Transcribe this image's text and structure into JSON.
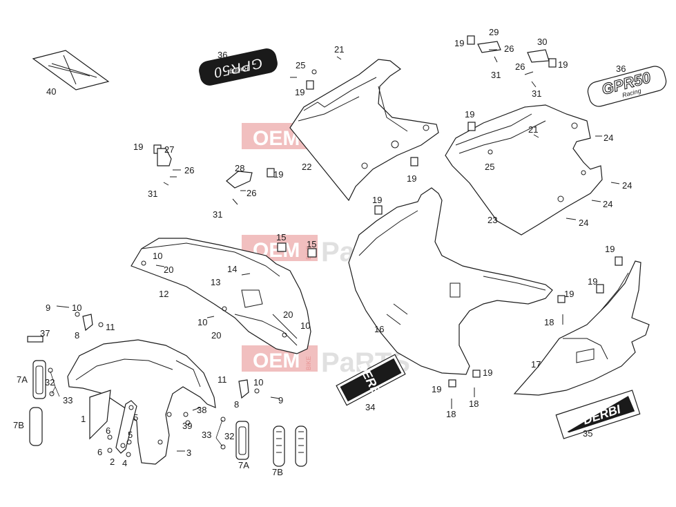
{
  "watermark": {
    "oem": "OEM",
    "bike": "BIKE",
    "parts": "PaRTS"
  },
  "decals": {
    "brand": "DERBI",
    "model": "GPR50",
    "sub": "Racing"
  },
  "callouts": {
    "c40": "40",
    "c36a": "36",
    "c36b": "36",
    "c21a": "21",
    "c25a": "25",
    "c19a": "19",
    "c22": "22",
    "c29": "29",
    "c19b": "19",
    "c26a": "26",
    "c31a": "31",
    "c30": "30",
    "c26b": "26",
    "c19c": "19",
    "c31b": "31",
    "c19d": "19",
    "c21b": "21",
    "c24a": "24",
    "c25b": "25",
    "c23": "23",
    "c24b": "24",
    "c24c": "24",
    "c24d": "24",
    "c19e": "19",
    "c27": "27",
    "c26c": "26",
    "c31c": "31",
    "c28": "28",
    "c19f": "19",
    "c26d": "26",
    "c31d": "31",
    "c19g": "19",
    "c19h": "19",
    "c15a": "15",
    "c15b": "15",
    "c10a": "10",
    "c20a": "20",
    "c14": "14",
    "c13": "13",
    "c12": "12",
    "c10b": "10",
    "c20b": "20",
    "c20c": "20",
    "c10c": "10",
    "c16": "16",
    "c19i": "19",
    "c19j": "19",
    "c19k": "19",
    "c19l": "19",
    "c18a": "18",
    "c17": "17",
    "c19m": "19",
    "c19n": "19",
    "c18b": "18",
    "c18c": "18",
    "c34": "34",
    "c35": "35",
    "c9a": "9",
    "c10d": "10",
    "c11a": "11",
    "c8a": "8",
    "c37": "37",
    "c7Aa": "7A",
    "c32a": "32",
    "c33a": "33",
    "c7Ba": "7B",
    "c1": "1",
    "c6a": "6",
    "c6b": "6",
    "c5a": "5",
    "c5b": "5",
    "c2": "2",
    "c4": "4",
    "c11b": "11",
    "c10e": "10",
    "c8b": "8",
    "c9b": "9",
    "c38": "38",
    "c39": "39",
    "c3": "3",
    "c33b": "33",
    "c32b": "32",
    "c7Ab": "7A",
    "c7Bb": "7B"
  }
}
